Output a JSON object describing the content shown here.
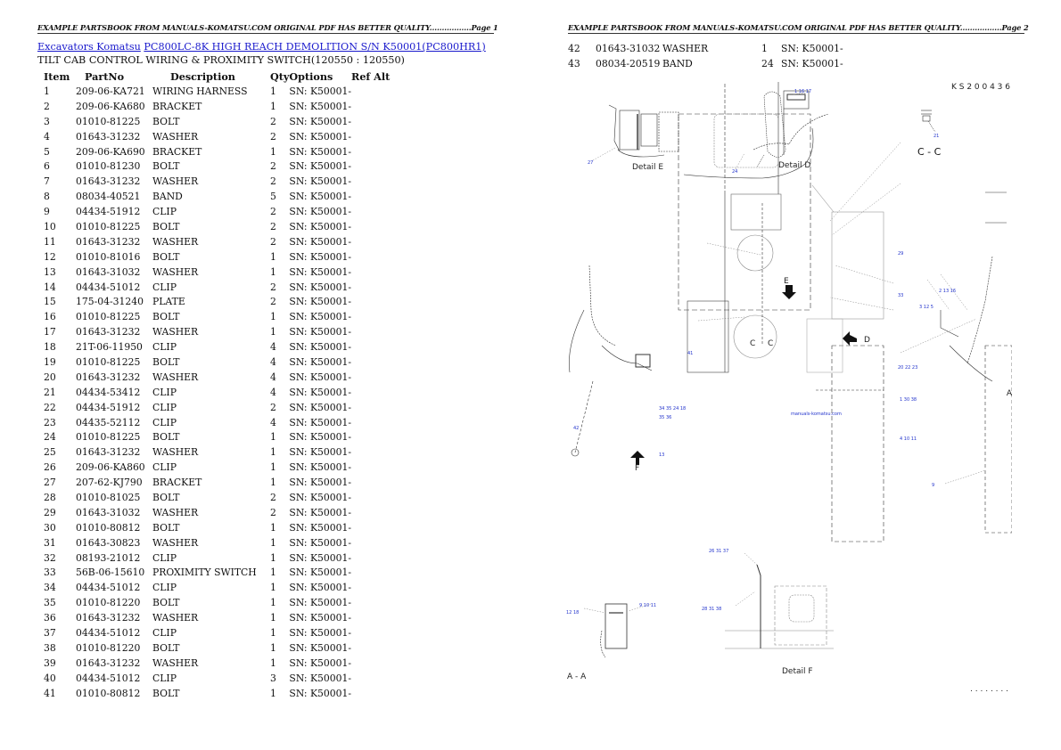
{
  "pages": [
    {
      "header": "EXAMPLE PARTSBOOK FROM MANUALS-KOMATSU.COM ORIGINAL PDF HAS BETTER QUALITY.................Page 1",
      "breadcrumb": {
        "category_link": "Excavators Komatsu",
        "model_link": "PC800LC-8K HIGH REACH DEMOLITION S/N K50001(PC800HR1)"
      },
      "subtitle": "TILT CAB CONTROL WIRING & PROXIMITY SWITCH(120550 : 120550)",
      "columns": [
        "Item",
        "PartNo",
        "Description",
        "Qty",
        "Options",
        "Ref Alt"
      ],
      "rows": [
        {
          "item": "1",
          "part": "209-06-KA721",
          "desc": "WIRING HARNESS",
          "qty": "1",
          "opt": "SN: K50001-"
        },
        {
          "item": "2",
          "part": "209-06-KA680",
          "desc": "BRACKET",
          "qty": "1",
          "opt": "SN: K50001-"
        },
        {
          "item": "3",
          "part": "01010-81225",
          "desc": "BOLT",
          "qty": "2",
          "opt": "SN: K50001-"
        },
        {
          "item": "4",
          "part": "01643-31232",
          "desc": "WASHER",
          "qty": "2",
          "opt": "SN: K50001-"
        },
        {
          "item": "5",
          "part": "209-06-KA690",
          "desc": "BRACKET",
          "qty": "1",
          "opt": "SN: K50001-"
        },
        {
          "item": "6",
          "part": "01010-81230",
          "desc": "BOLT",
          "qty": "2",
          "opt": "SN: K50001-"
        },
        {
          "item": "7",
          "part": "01643-31232",
          "desc": "WASHER",
          "qty": "2",
          "opt": "SN: K50001-"
        },
        {
          "item": "8",
          "part": "08034-40521",
          "desc": "BAND",
          "qty": "5",
          "opt": "SN: K50001-"
        },
        {
          "item": "9",
          "part": "04434-51912",
          "desc": "CLIP",
          "qty": "2",
          "opt": "SN: K50001-"
        },
        {
          "item": "10",
          "part": "01010-81225",
          "desc": "BOLT",
          "qty": "2",
          "opt": "SN: K50001-"
        },
        {
          "item": "11",
          "part": "01643-31232",
          "desc": "WASHER",
          "qty": "2",
          "opt": "SN: K50001-"
        },
        {
          "item": "12",
          "part": "01010-81016",
          "desc": "BOLT",
          "qty": "1",
          "opt": "SN: K50001-"
        },
        {
          "item": "13",
          "part": "01643-31032",
          "desc": "WASHER",
          "qty": "1",
          "opt": "SN: K50001-"
        },
        {
          "item": "14",
          "part": "04434-51012",
          "desc": "CLIP",
          "qty": "2",
          "opt": "SN: K50001-"
        },
        {
          "item": "15",
          "part": "175-04-31240",
          "desc": "PLATE",
          "qty": "2",
          "opt": "SN: K50001-"
        },
        {
          "item": "16",
          "part": "01010-81225",
          "desc": "BOLT",
          "qty": "1",
          "opt": "SN: K50001-"
        },
        {
          "item": "17",
          "part": "01643-31232",
          "desc": "WASHER",
          "qty": "1",
          "opt": "SN: K50001-"
        },
        {
          "item": "18",
          "part": "21T-06-11950",
          "desc": "CLIP",
          "qty": "4",
          "opt": "SN: K50001-"
        },
        {
          "item": "19",
          "part": "01010-81225",
          "desc": "BOLT",
          "qty": "4",
          "opt": "SN: K50001-"
        },
        {
          "item": "20",
          "part": "01643-31232",
          "desc": "WASHER",
          "qty": "4",
          "opt": "SN: K50001-"
        },
        {
          "item": "21",
          "part": "04434-53412",
          "desc": "CLIP",
          "qty": "4",
          "opt": "SN: K50001-"
        },
        {
          "item": "22",
          "part": "04434-51912",
          "desc": "CLIP",
          "qty": "2",
          "opt": "SN: K50001-"
        },
        {
          "item": "23",
          "part": "04435-52112",
          "desc": "CLIP",
          "qty": "4",
          "opt": "SN: K50001-"
        },
        {
          "item": "24",
          "part": "01010-81225",
          "desc": "BOLT",
          "qty": "1",
          "opt": "SN: K50001-"
        },
        {
          "item": "25",
          "part": "01643-31232",
          "desc": "WASHER",
          "qty": "1",
          "opt": "SN: K50001-"
        },
        {
          "item": "26",
          "part": "209-06-KA860",
          "desc": "CLIP",
          "qty": "1",
          "opt": "SN: K50001-"
        },
        {
          "item": "27",
          "part": "207-62-KJ790",
          "desc": "BRACKET",
          "qty": "1",
          "opt": "SN: K50001-"
        },
        {
          "item": "28",
          "part": "01010-81025",
          "desc": "BOLT",
          "qty": "2",
          "opt": "SN: K50001-"
        },
        {
          "item": "29",
          "part": "01643-31032",
          "desc": "WASHER",
          "qty": "2",
          "opt": "SN: K50001-"
        },
        {
          "item": "30",
          "part": "01010-80812",
          "desc": "BOLT",
          "qty": "1",
          "opt": "SN: K50001-"
        },
        {
          "item": "31",
          "part": "01643-30823",
          "desc": "WASHER",
          "qty": "1",
          "opt": "SN: K50001-"
        },
        {
          "item": "32",
          "part": "08193-21012",
          "desc": "CLIP",
          "qty": "1",
          "opt": "SN: K50001-"
        },
        {
          "item": "33",
          "part": "56B-06-15610",
          "desc": "PROXIMITY SWITCH",
          "qty": "1",
          "opt": "SN: K50001-"
        },
        {
          "item": "34",
          "part": "04434-51012",
          "desc": "CLIP",
          "qty": "1",
          "opt": "SN: K50001-"
        },
        {
          "item": "35",
          "part": "01010-81220",
          "desc": "BOLT",
          "qty": "1",
          "opt": "SN: K50001-"
        },
        {
          "item": "36",
          "part": "01643-31232",
          "desc": "WASHER",
          "qty": "1",
          "opt": "SN: K50001-"
        },
        {
          "item": "37",
          "part": "04434-51012",
          "desc": "CLIP",
          "qty": "1",
          "opt": "SN: K50001-"
        },
        {
          "item": "38",
          "part": "01010-81220",
          "desc": "BOLT",
          "qty": "1",
          "opt": "SN: K50001-"
        },
        {
          "item": "39",
          "part": "01643-31232",
          "desc": "WASHER",
          "qty": "1",
          "opt": "SN: K50001-"
        },
        {
          "item": "40",
          "part": "04434-51012",
          "desc": "CLIP",
          "qty": "3",
          "opt": "SN: K50001-"
        },
        {
          "item": "41",
          "part": "01010-80812",
          "desc": "BOLT",
          "qty": "1",
          "opt": "SN: K50001-"
        }
      ]
    },
    {
      "header": "EXAMPLE PARTSBOOK FROM MANUALS-KOMATSU.COM ORIGINAL PDF HAS BETTER QUALITY.................Page 2",
      "rows": [
        {
          "item": "42",
          "part": "01643-31032",
          "desc": "WASHER",
          "qty": "1",
          "opt": "SN: K50001-"
        },
        {
          "item": "43",
          "part": "08034-20519",
          "desc": "BAND",
          "qty": "24",
          "opt": "SN: K50001-"
        }
      ],
      "diagram": {
        "drawing_id": "K S 2 0 0 4 3 6",
        "labels": {
          "detail_e": "Detail E",
          "detail_d": "Detail D",
          "section_cc": "C - C",
          "section_aa": "A - A",
          "detail_f": "Detail F",
          "arrow_e": "E",
          "arrow_d": "D",
          "arrow_f": "F",
          "mark_c1": "C",
          "mark_c2": "C",
          "mark_a": "A",
          "watermark": "manuals-komatsu.com"
        },
        "callouts": [
          "27",
          "1 16 17",
          "24",
          "21",
          "29",
          "33",
          "41",
          "2 13 16",
          "3 12 5",
          "34 35 24 18",
          "35 36",
          "42",
          "13",
          "20 22 23",
          "1 30 38",
          "4 10 11",
          "9",
          "12 18",
          "9 10 11",
          "26 31 37",
          "28 31 38"
        ],
        "footer_dots": ". . . . . . . ."
      }
    }
  ],
  "colors": {
    "link": "#1a1acc",
    "callout": "#2233cc",
    "text": "#111111"
  }
}
